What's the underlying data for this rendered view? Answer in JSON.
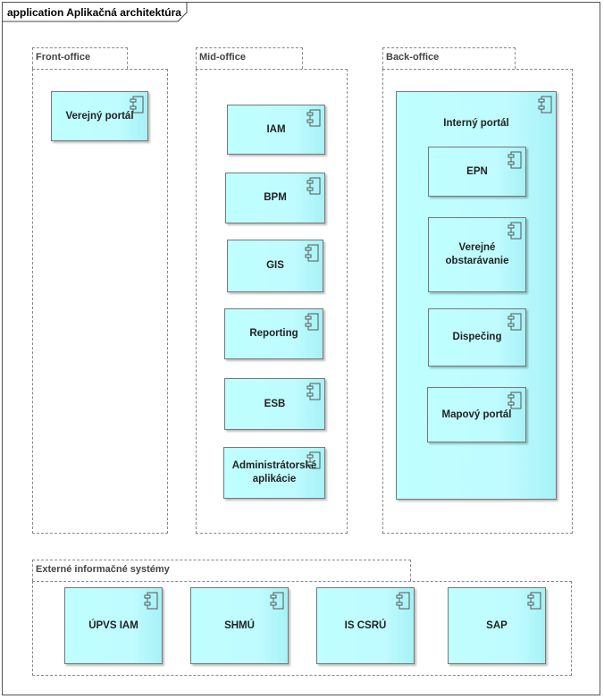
{
  "diagram": {
    "title": "application Aplikačná architektúra",
    "icon": "uml-component-icon",
    "colors": {
      "component_fill": "#bfffff",
      "border": "#777777",
      "package_border": "#888888"
    },
    "packages": {
      "front_office": {
        "label": "Front-office",
        "components": {
          "verejny_portal": "Verejný portál"
        }
      },
      "mid_office": {
        "label": "Mid-office",
        "components": {
          "iam": "IAM",
          "bpm": "BPM",
          "gis": "GIS",
          "reporting": "Reporting",
          "esb": "ESB",
          "admin_line1": "Administrátorské",
          "admin_line2": "aplikácie"
        }
      },
      "back_office": {
        "label": "Back-office",
        "components": {
          "interny_portal": "Interný portál",
          "epn": "EPN",
          "verejne_line1": "Verejné",
          "verejne_line2": "obstarávanie",
          "dispecing": "Dispečing",
          "mapovy_portal": "Mapový portál"
        }
      },
      "externe": {
        "label": "Externé informačné systémy",
        "components": {
          "upvs_iam": "ÚPVS IAM",
          "shmu": "SHMÚ",
          "is_csru": "IS CSRÚ",
          "sap": "SAP"
        }
      }
    }
  }
}
